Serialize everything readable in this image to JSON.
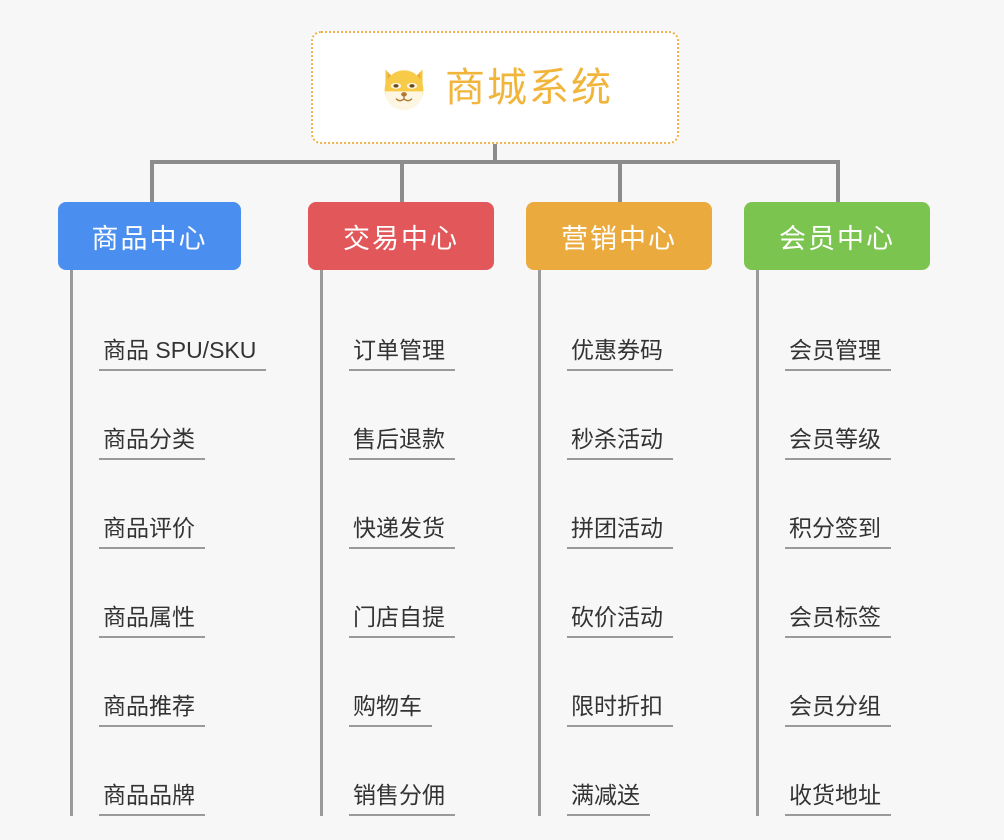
{
  "root": {
    "title": "商城系统",
    "icon": "shiba-dog-face-icon",
    "accent_color": "#f2b53c",
    "border_color": "#f0b24a",
    "background": "#ffffff"
  },
  "page": {
    "background_color": "#f7f7f7",
    "connector_color": "#8c8c8c",
    "item_text_color": "#333333",
    "item_line_color": "#9a9a9a"
  },
  "columns": [
    {
      "title": "商品中心",
      "color": "#4a8ef0",
      "items": [
        {
          "label": "商品 SPU/SKU"
        },
        {
          "label": "商品分类"
        },
        {
          "label": "商品评价"
        },
        {
          "label": "商品属性"
        },
        {
          "label": "商品推荐"
        },
        {
          "label": "商品品牌"
        }
      ]
    },
    {
      "title": "交易中心",
      "color": "#e2585a",
      "items": [
        {
          "label": "订单管理"
        },
        {
          "label": "售后退款"
        },
        {
          "label": "快递发货"
        },
        {
          "label": "门店自提"
        },
        {
          "label": "购物车"
        },
        {
          "label": "销售分佣"
        }
      ]
    },
    {
      "title": "营销中心",
      "color": "#eaaa3e",
      "items": [
        {
          "label": "优惠券码"
        },
        {
          "label": "秒杀活动"
        },
        {
          "label": "拼团活动"
        },
        {
          "label": "砍价活动"
        },
        {
          "label": "限时折扣"
        },
        {
          "label": "满减送"
        }
      ]
    },
    {
      "title": "会员中心",
      "color": "#7bc450",
      "items": [
        {
          "label": "会员管理"
        },
        {
          "label": "会员等级"
        },
        {
          "label": "积分签到"
        },
        {
          "label": "会员标签"
        },
        {
          "label": "会员分组"
        },
        {
          "label": "收货地址"
        }
      ]
    }
  ]
}
